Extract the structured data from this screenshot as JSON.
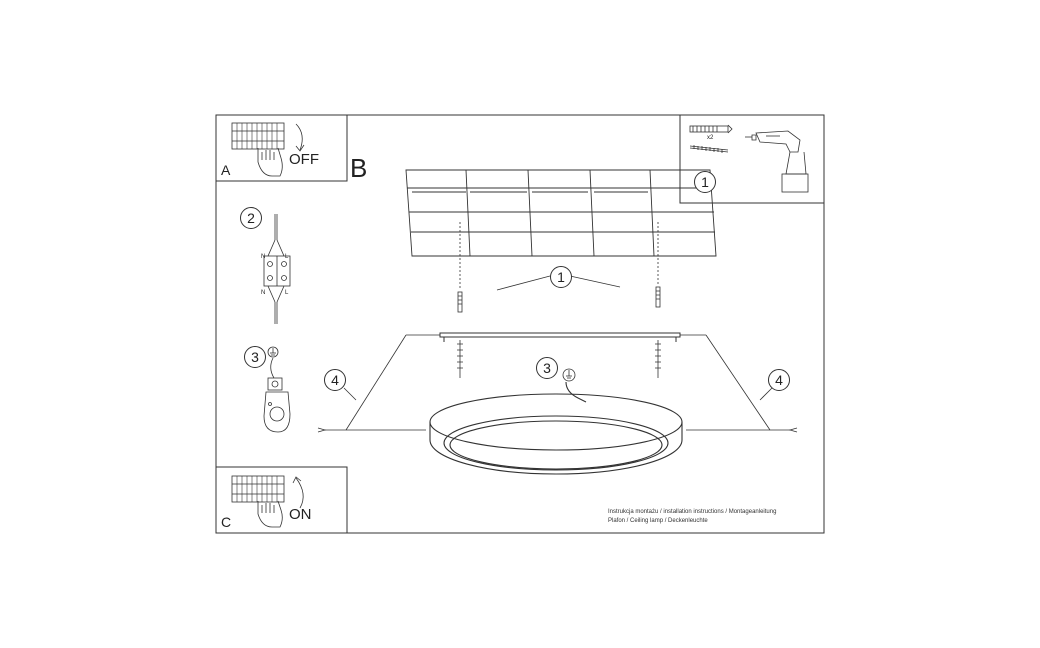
{
  "panels": {
    "A": {
      "letter": "A",
      "action": "OFF"
    },
    "B": {
      "letter": "B"
    },
    "C": {
      "letter": "C",
      "action": "ON"
    }
  },
  "step_numbers": {
    "tools": "1",
    "dowels": "1",
    "wiring": "2",
    "ground_left": "3",
    "ground_main": "3",
    "screw_left": "4",
    "screw_right": "4"
  },
  "wiring_labels": {
    "top_n": "N",
    "top_l": "L",
    "bottom_n": "N",
    "bottom_l": "L"
  },
  "tools": {
    "dowel_qty": "x2"
  },
  "caption": {
    "line1": "Instrukcja montażu / installation instructions / Montageanleitung",
    "line2": "Plafon / Ceiling lamp / Deckenleuchte"
  },
  "colors": {
    "line": "#333333",
    "paper": "#ffffff"
  }
}
